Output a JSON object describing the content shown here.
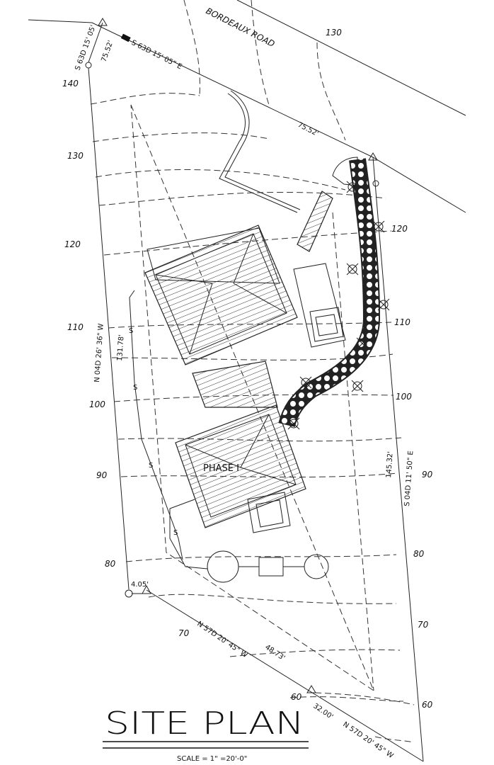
{
  "title": "SITE PLAN",
  "scale": "SCALE = 1\" =20'-0\"",
  "road_name": "BORDEAUX ROAD",
  "phase_label": "PHASE I",
  "bearings": {
    "north_top": "S 63D 15' 05\" E",
    "north_top_len": "75.52'",
    "corner_short": "S 63D 15' 05'",
    "corner_short_len": "75.52'",
    "west": "N 04D 26' 36\" W",
    "west_len": "131.78'",
    "east": "S 04D 11' 50\" E",
    "east_len": "145.32'",
    "south_1": "N 57D 20' 45\" W",
    "south_1_len": "48.73'",
    "south_2": "N 57D 20' 45\" W",
    "south_2_len": "32.00'",
    "sw_offset": "4.05'"
  },
  "contours_left": [
    "140",
    "130",
    "120",
    "110",
    "100",
    "90",
    "80",
    "70",
    "60"
  ],
  "contours_right": [
    "120",
    "110",
    "100",
    "90",
    "80",
    "70",
    "60"
  ],
  "contour_top": "130",
  "sewer_marker": "S"
}
